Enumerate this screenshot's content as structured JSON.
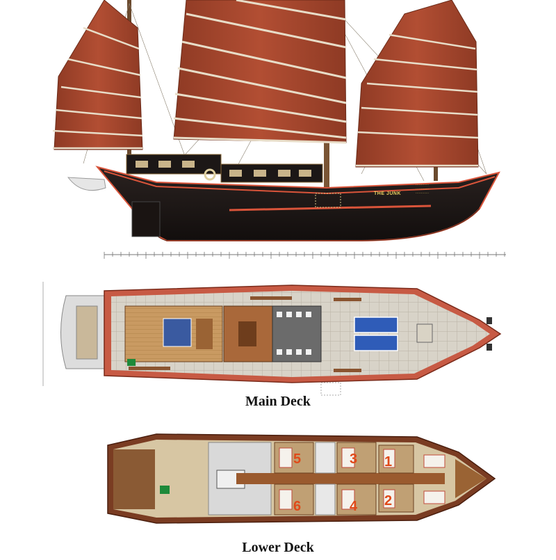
{
  "ship": {
    "hull_name": "THE JUNK",
    "stern_text": [
      "............",
      "............",
      "............"
    ]
  },
  "signature": "",
  "decks": {
    "main": {
      "title": "Main Deck"
    },
    "lower": {
      "title": "Lower Deck",
      "cabins": [
        "5",
        "3",
        "1",
        "6",
        "4",
        "2"
      ]
    }
  },
  "colors": {
    "sail": "#a9472e",
    "sail_dark": "#7a2f1c",
    "hull": "#1f1a18",
    "trim": "#d9543a",
    "wood": "#8a5430",
    "deck_floor": "#c9bea6",
    "lower_floor": "#d7c6a3",
    "cabin_number": "#e04a1a"
  }
}
